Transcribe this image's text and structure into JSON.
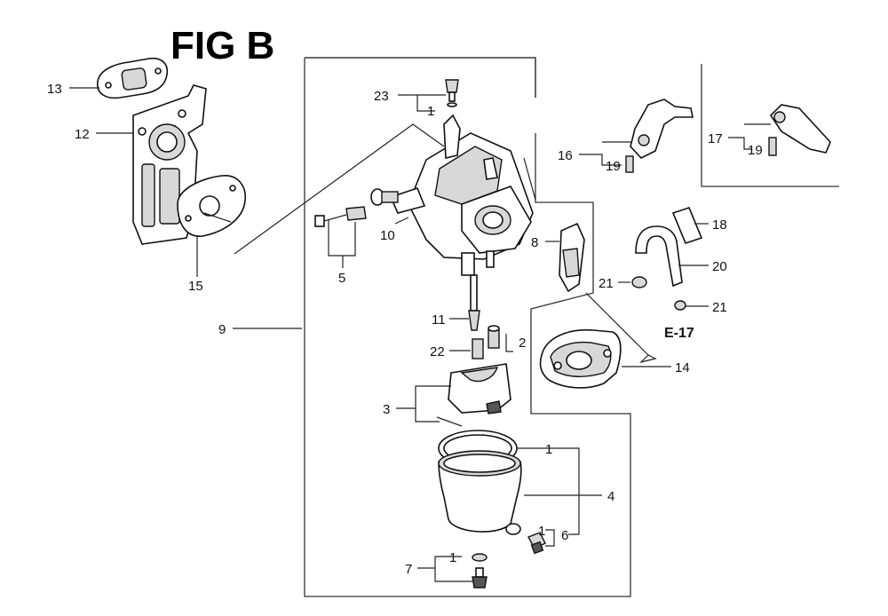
{
  "figure_title": "FIG B",
  "reference_label": "E-17",
  "callouts": {
    "c13": "13",
    "c12": "12",
    "c15": "15",
    "c9": "9",
    "c23": "23",
    "c1_top": "1",
    "c10": "10",
    "c5": "5",
    "c8": "8",
    "c16": "16",
    "c19_a": "19",
    "c17": "17",
    "c19_b": "19",
    "c18": "18",
    "c20": "20",
    "c21_a": "21",
    "c21_b": "21",
    "c11": "11",
    "c22": "22",
    "c2": "2",
    "c14": "14",
    "c3": "3",
    "c1_mid": "1",
    "c4": "4",
    "c1_bot": "1",
    "c6": "6",
    "c7": "7",
    "c1_drain": "1"
  }
}
